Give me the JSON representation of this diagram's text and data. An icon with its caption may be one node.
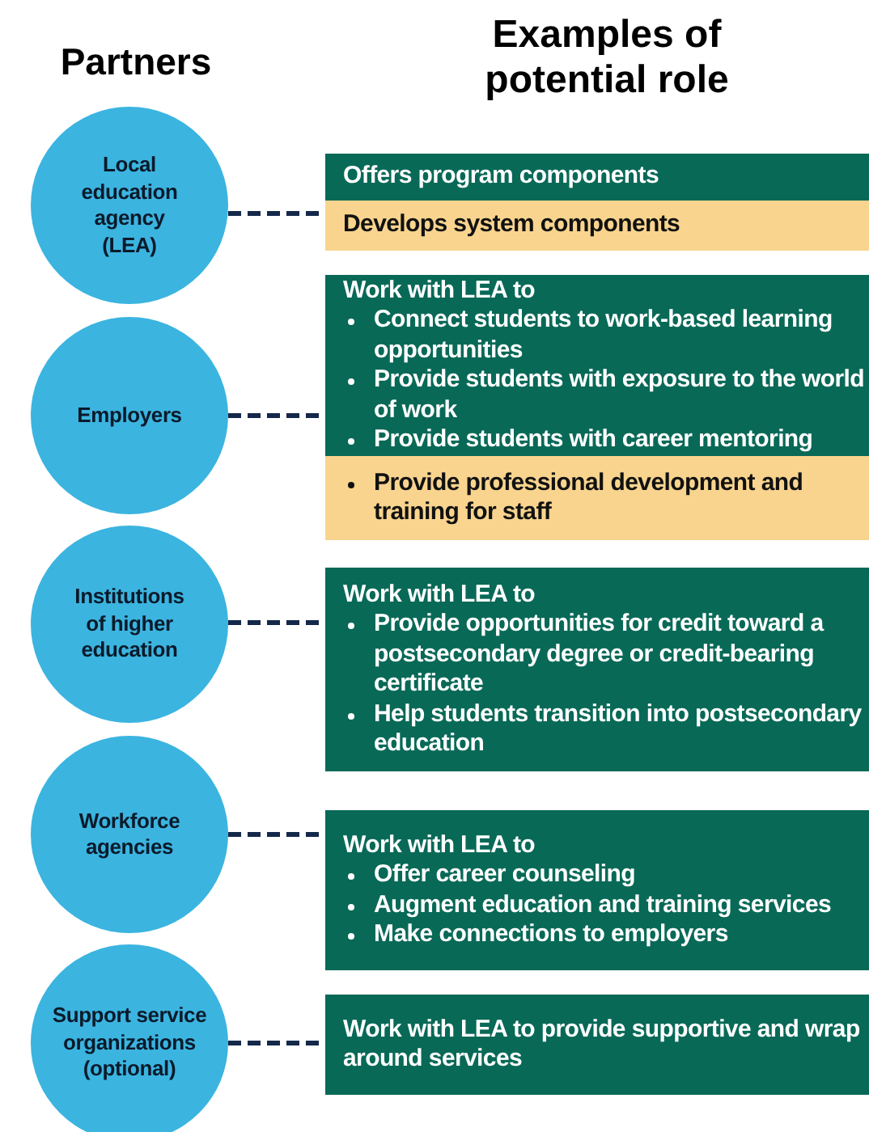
{
  "diagram": {
    "nodes": [
      {
        "text": [
          "Local education agency (LEA)"
        ]
      },
      {
        "text": [
          "Offers program components"
        ]
      },
      {
        "text": [
          "Develops system components"
        ]
      },
      {
        "text": [
          "Employers"
        ]
      },
      {
        "text": [
          "Work with LEA to",
          "Connect students to work-based learning opportunities",
          "Provide students with exposure to the world of work",
          "Provide students with career mentoring"
        ]
      },
      {
        "text": [
          "Provide professional development and training for staff"
        ]
      },
      {
        "text": [
          "Institutions of higher education"
        ]
      },
      {
        "text": [
          "Work with LEA to",
          "Provide opportunities for credit toward a postsecondary degree or credit-bearing certificate",
          "Help students transition into postsecondary education"
        ]
      },
      {
        "text": [
          "Workforce agencies"
        ]
      },
      {
        "text": [
          "Work with LEA to",
          "Offer career counseling",
          "Augment education and training services",
          "Make connections to employers"
        ]
      },
      {
        "text": [
          "Support service organizations (optional)"
        ]
      },
      {
        "text": [
          "Work with LEA to provide supportive and wrap around services"
        ]
      }
    ],
    "edges": [
      {
        "from": 0,
        "to": 2,
        "arrow": "none",
        "style": "dashed"
      },
      {
        "from": 3,
        "to": 4,
        "arrow": "none",
        "style": "dashed"
      },
      {
        "from": 6,
        "to": 7,
        "arrow": "none",
        "style": "dashed"
      },
      {
        "from": 8,
        "to": 9,
        "arrow": "none",
        "style": "dashed"
      },
      {
        "from": 10,
        "to": 11,
        "arrow": "none",
        "style": "dashed"
      }
    ],
    "labels": [
      "Partners",
      "Examples of potential role"
    ]
  }
}
